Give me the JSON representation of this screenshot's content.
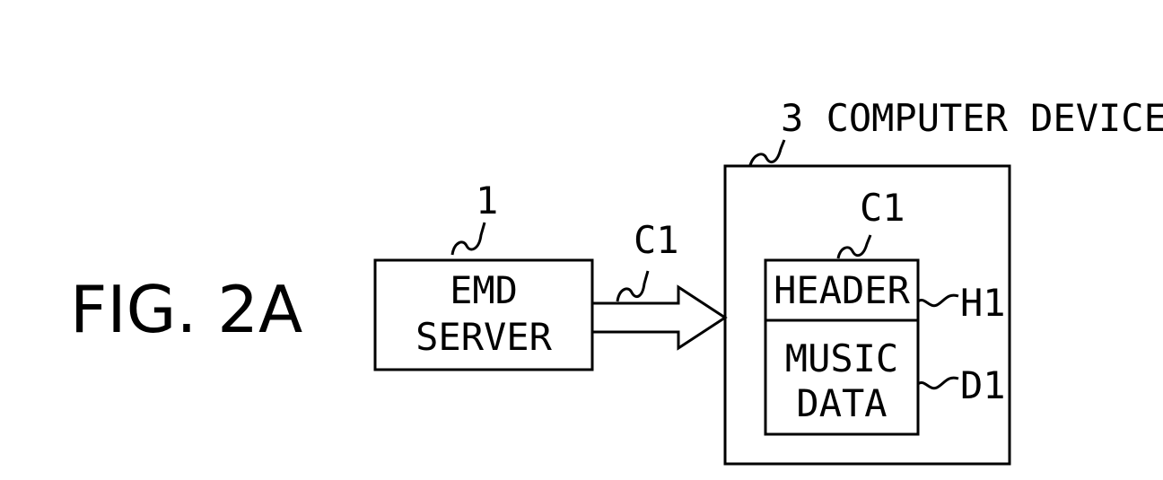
{
  "figure": {
    "label": "FIG. 2A"
  },
  "emd_server": {
    "ref": "1",
    "line1": "EMD",
    "line2": "SERVER"
  },
  "transfer": {
    "label": "C1"
  },
  "computer_device": {
    "label": "3 COMPUTER DEVICE"
  },
  "content": {
    "ref": "C1",
    "header_label": "HEADER",
    "header_ref": "H1",
    "data_line1": "MUSIC",
    "data_line2": "DATA",
    "data_ref": "D1"
  }
}
